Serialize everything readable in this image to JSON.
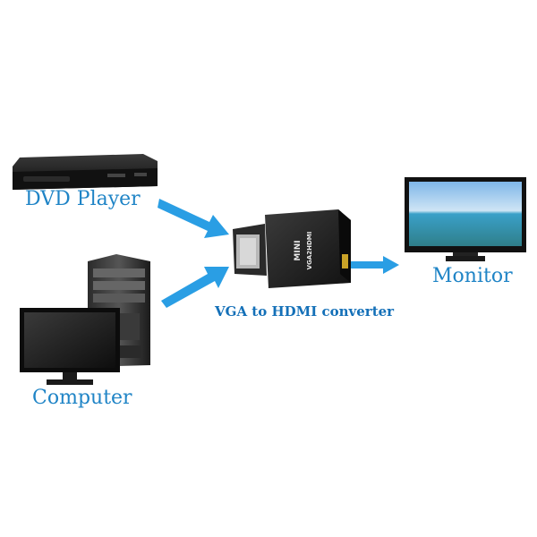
{
  "labels": {
    "dvd_player": "DVD Player",
    "computer": "Computer",
    "monitor": "Monitor",
    "converter": "VGA to HDMI converter"
  },
  "adapter_text": {
    "line1": "MINI",
    "line2": "VGA2HDMI"
  },
  "colors": {
    "arrow": "#2a9ee4",
    "label": "#1f84c6",
    "device_dark": "#1a1a1a"
  },
  "icons": [
    "dvd-player-icon",
    "computer-tower-icon",
    "computer-monitor-icon",
    "tv-monitor-icon",
    "vga-hdmi-adapter-icon",
    "arrow-icon"
  ]
}
